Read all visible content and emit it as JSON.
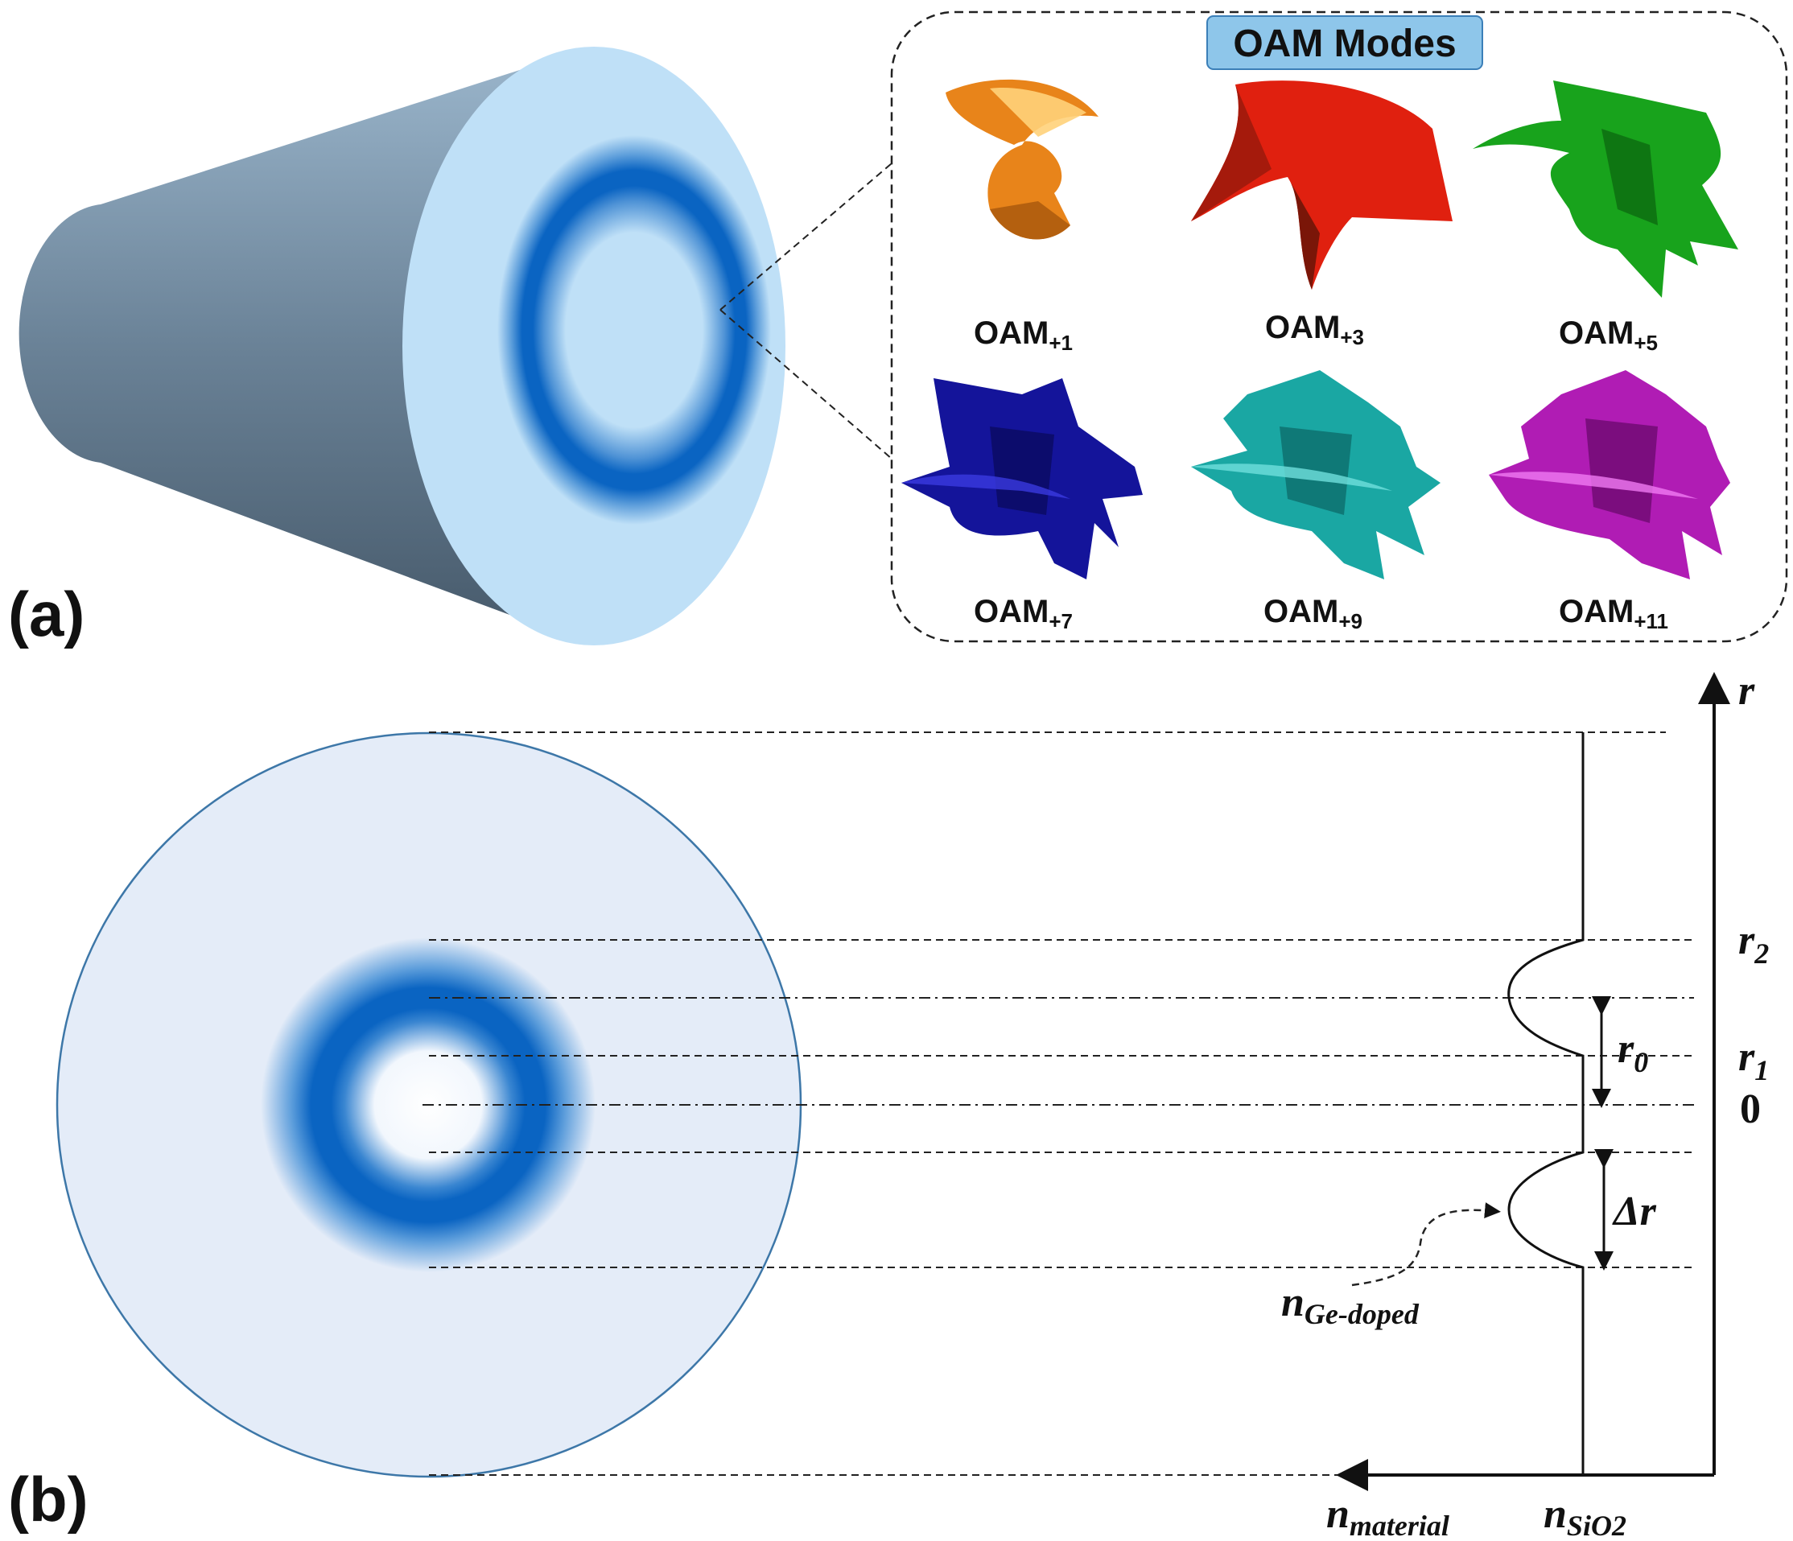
{
  "panels": {
    "a": "(a)",
    "b": "(b)"
  },
  "oam_box": {
    "title": "OAM Modes",
    "modes": [
      {
        "base": "OAM",
        "sub": "+1",
        "color": "#e8841a"
      },
      {
        "base": "OAM",
        "sub": "+3",
        "color": "#e0200f"
      },
      {
        "base": "OAM",
        "sub": "+5",
        "color": "#18a31c"
      },
      {
        "base": "OAM",
        "sub": "+7",
        "color": "#14149a"
      },
      {
        "base": "OAM",
        "sub": "+9",
        "color": "#1aa7a3"
      },
      {
        "base": "OAM",
        "sub": "+11",
        "color": "#b01cb4"
      }
    ]
  },
  "profile": {
    "r_axis": "r",
    "r2": {
      "base": "r",
      "sub": "2"
    },
    "r1": {
      "base": "r",
      "sub": "1"
    },
    "zero": "0",
    "r0": {
      "base": "r",
      "sub": "0"
    },
    "delta_r": "Δr",
    "n_ge": {
      "base": "n",
      "sub": "Ge-doped"
    },
    "n_material": {
      "base": "n",
      "sub": "material"
    },
    "n_sio2": {
      "base": "n",
      "sub": "SiO2"
    }
  },
  "colors": {
    "ring": "#0a64c2",
    "fiber_face": "#bfe0f7",
    "fiber_body": "#6f8da6",
    "cross_section": "#e4ecf8",
    "title_box": "#8ec6ea"
  }
}
